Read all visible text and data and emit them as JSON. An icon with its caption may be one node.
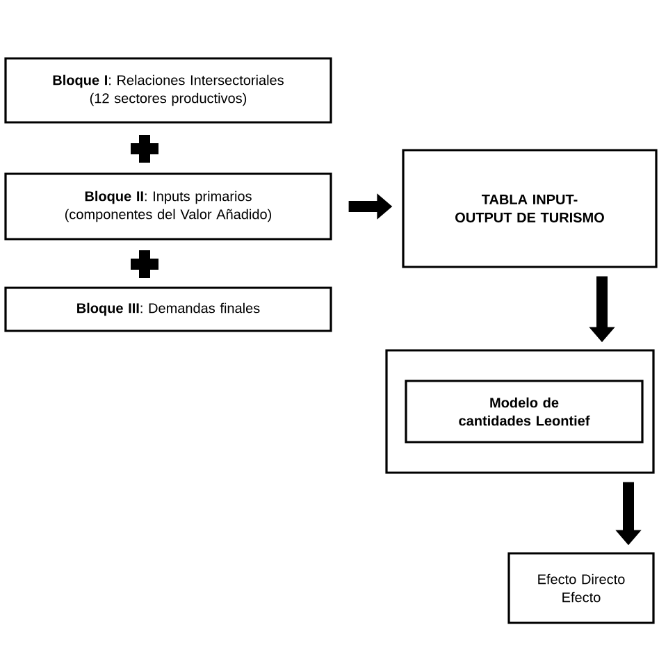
{
  "diagram": {
    "nodes": [
      {
        "text": [
          "**Bloque I**: Relaciones Intersectoriales (12 sectores productivos)"
        ]
      },
      {
        "text": [
          "**Bloque II**: Inputs primarios (componentes del Valor Añadido)"
        ]
      },
      {
        "text": [
          "**Bloque III**: Demandas finales"
        ]
      },
      {
        "text": [
          "TABLA INPUT-OUTPUT DE TURISMO"
        ]
      },
      {
        "text": [],
        "shape": "box"
      },
      {
        "text": [
          "Modelo de cantidades Leontief"
        ],
        "in": 4
      },
      {
        "text": [
          "Efecto Directo Efecto"
        ]
      }
    ],
    "edges": [
      {
        "from": 1,
        "to": 3,
        "arrow": "to"
      },
      {
        "from": 3,
        "to": 4,
        "arrow": "to"
      },
      {
        "from": 4,
        "to": 6,
        "arrow": "to"
      }
    ]
  }
}
